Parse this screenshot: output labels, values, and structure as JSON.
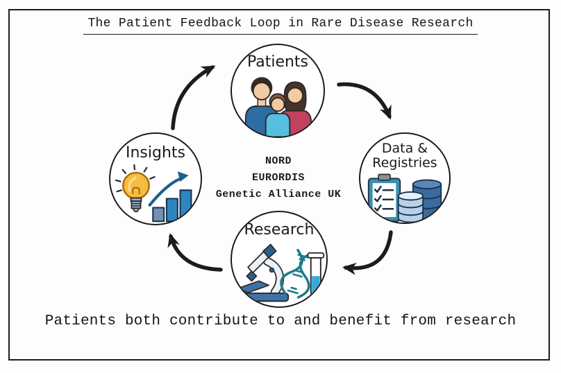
{
  "title": "The Patient Feedback Loop in Rare Disease Research",
  "caption": "Patients both contribute to and benefit from research",
  "nodes": {
    "patients": {
      "label": "Patients",
      "icon": "family-icon"
    },
    "data_registries": {
      "label_line1": "Data &",
      "label_line2": "Registries",
      "icon": "clipboard-database-icon"
    },
    "research": {
      "label": "Research",
      "icon": "microscope-dna-testtube-icon"
    },
    "insights": {
      "label": "Insights",
      "icon": "lightbulb-chart-icon"
    }
  },
  "center_labels": {
    "orgs": [
      "NORD",
      "EURORDIS",
      "Genetic Alliance UK"
    ]
  },
  "loop_order": [
    "Patients",
    "Data & Registries",
    "Research",
    "Insights"
  ],
  "colors": {
    "ink": "#1c1c1c",
    "outline": "#2a2a2a",
    "skin": "#f2cba2",
    "man_hair": "#362820",
    "child_hair": "#8a5a38",
    "woman_hair": "#4a3226",
    "man_shirt": "#2e6da4",
    "child_shirt": "#55bfe0",
    "woman_shirt": "#c2415f",
    "clipboard_teal": "#3b8fb0",
    "clip_gray": "#8a9097",
    "check_ink": "#21313f",
    "db_dark": "#3a6b9e",
    "db_dark_top": "#5b87b8",
    "db_light": "#b9d1e8",
    "db_light_top": "#e9eff6",
    "db_stroke": "#16324f",
    "scope_blue": "#2e5f8a",
    "scope_mid_blue": "#3f72a8",
    "scope_gray": "#eef1f4",
    "dna_teal": "#1f7a8c",
    "tube_liquid": "#3aa8d8",
    "bulb_yellow": "#f5bd3d",
    "bulb_highlight": "#f8da8c",
    "bulb_outline": "#a6690d",
    "base_gray": "#9fb4c8",
    "bar_muted": "#7491b4",
    "bar_blue": "#2e86c1",
    "trend_blue": "#1f5f8b"
  }
}
